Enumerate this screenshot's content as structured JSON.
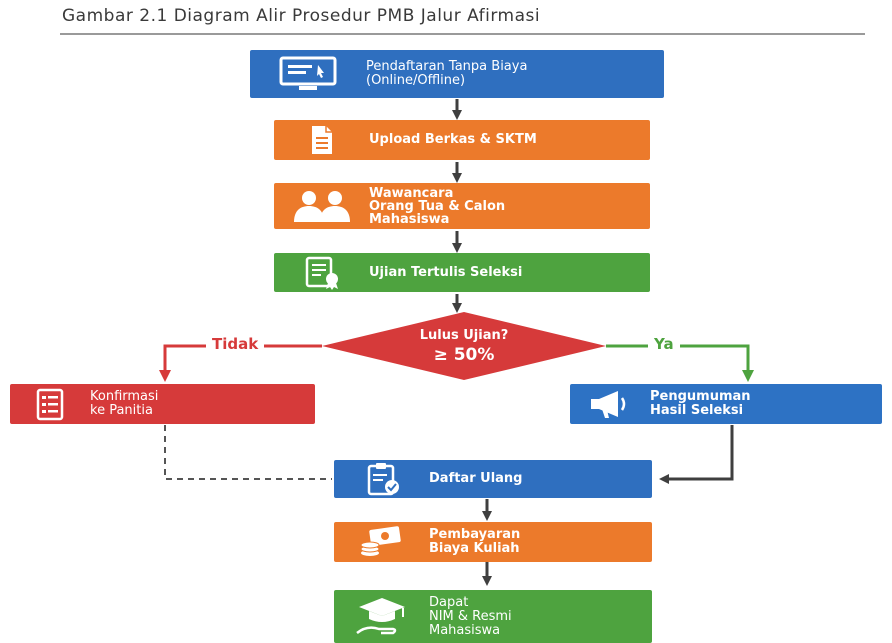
{
  "title": "Gambar 2.1 Diagram Alir Prosedur PMB Jalur Afirmasi",
  "steps": {
    "registration": "Pendaftaran Tanpa Biaya\n(Online/Offline)",
    "upload": "Upload Berkas & SKTM",
    "interview": "Wawancara\nOrang Tua & Calon\nMahasiswa",
    "written_test": "Ujian Tertulis Seleksi",
    "decision_question": "Lulus Ujian?",
    "decision_threshold": "≥ 50%",
    "branch_no": "Tidak",
    "branch_yes": "Ya",
    "confirm_committee": "Konfirmasi\nke Panitia",
    "announcement": "Pengumuman\nHasil Seleksi",
    "re_registration": "Daftar Ulang",
    "payment": "Pembayaran\nBiaya Kuliah",
    "nim": "Dapat\nNIM & Resmi\nMahasiswa"
  },
  "colors": {
    "blue": "#2f6fbf",
    "orange": "#ec7a2b",
    "green": "#4ea33f",
    "red": "#d63a3a",
    "arrow": "#3f3f3f"
  },
  "icons": {
    "registration": "computer-monitor-icon",
    "upload": "document-icon",
    "interview": "people-icon",
    "written_test": "certificate-icon",
    "confirm_committee": "checklist-icon",
    "announcement": "megaphone-icon",
    "re_registration": "clipboard-check-icon",
    "payment": "money-icon",
    "nim": "graduation-cap-icon"
  }
}
